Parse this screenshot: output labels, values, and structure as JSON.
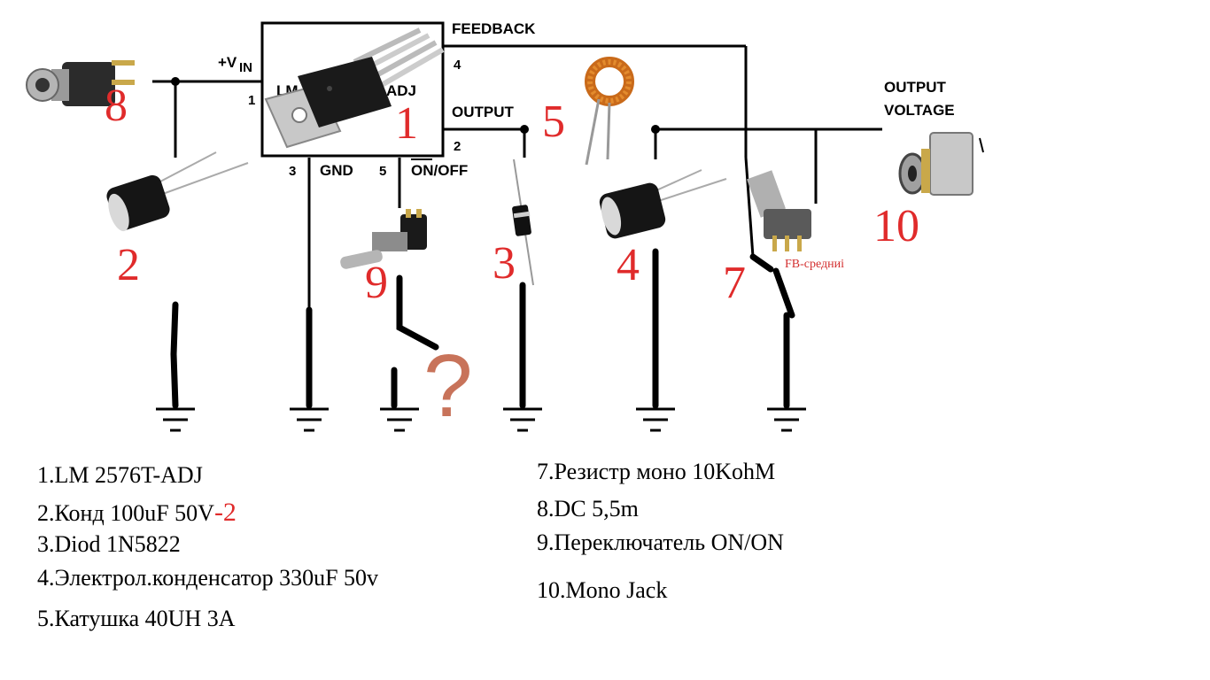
{
  "diagram": {
    "ic_label_left": "LM",
    "ic_label_right": "ADJ",
    "vin_label": "+V",
    "vin_sub": "IN",
    "feedback_label": "FEEDBACK",
    "output_label": "OUTPUT",
    "output_voltage_line1": "OUTPUT",
    "output_voltage_line2": "VOLTAGE",
    "gnd_label": "GND",
    "onoff_label": "ON/OFF",
    "pins": {
      "p1": "1",
      "p2": "2",
      "p3": "3",
      "p4": "4",
      "p5": "5"
    },
    "fb_middle_note": "FB-средниі",
    "question_mark": "?",
    "part_numbers": {
      "n1": "1",
      "n2": "2",
      "n3": "3",
      "n4": "4",
      "n5": "5",
      "n7": "7",
      "n8": "8",
      "n9": "9",
      "n10": "10"
    }
  },
  "legend": {
    "item1": "1.LM 2576T-ADJ",
    "item2": "2.Конд 100uF 50V",
    "item2_extra": "-2",
    "item3": "3.Diod 1N5822",
    "item4": "4.Электрол.конденсатор    330uF 50v",
    "item5": "5.Катушка   40UH 3A",
    "item7": "7.Резистр моно 10KohM",
    "item8": "8.DC 5,5m",
    "item9": "9.Переключатель ON/ON",
    "item10": "10.Mono Jack"
  },
  "colors": {
    "annotation_red": "#e02b2b",
    "question_brown": "#c8735a",
    "ink": "#000000"
  }
}
